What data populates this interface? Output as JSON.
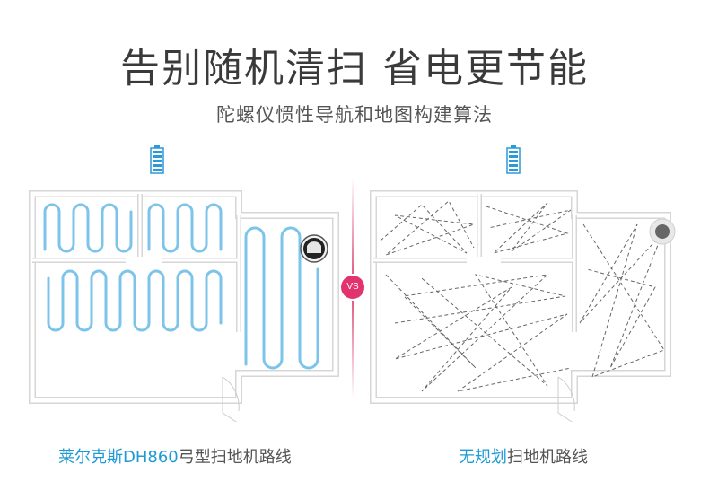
{
  "header": {
    "title": "告别随机清扫 省电更节能",
    "subtitle": "陀螺仪惯性导航和地图构建算法"
  },
  "comparison": {
    "vs_label": "VS",
    "left": {
      "caption_brand": "莱尔克斯DH860",
      "caption_rest": "弓型扫地机路线"
    },
    "right": {
      "caption_brand": "无规划",
      "caption_rest": "扫地机路线"
    }
  },
  "colors": {
    "accent": "#1d9ad6",
    "path_blue": "#7cc4ea",
    "vs": "#e3336f",
    "wall": "#d9d9d9"
  },
  "icons": {
    "battery": "battery-full-icon",
    "robot": "robot-vacuum-icon"
  }
}
